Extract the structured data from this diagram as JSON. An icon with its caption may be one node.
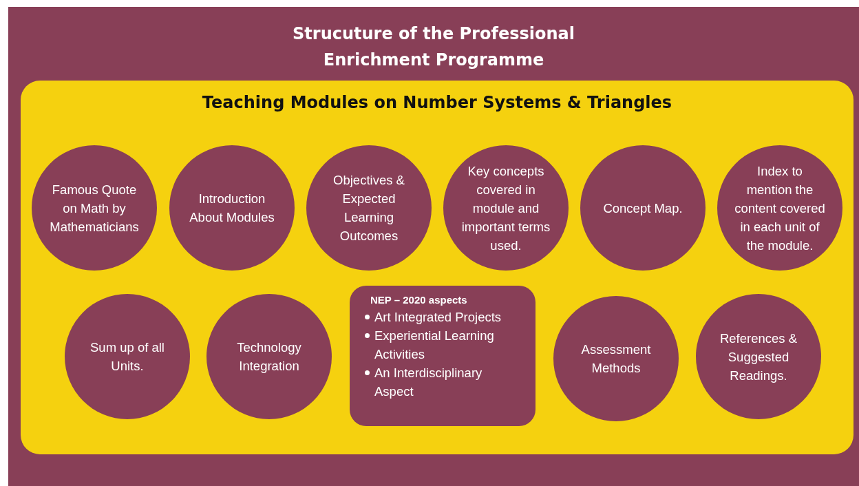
{
  "diagram": {
    "title": "Strucuture of the Professional Enrichment Programme",
    "nodes": [
      {
        "text": [
          "Teaching Modules on Number Systems & Triangles"
        ]
      },
      {
        "text": [
          "Famous Quote on Math by Mathematicians"
        ],
        "in": 0
      },
      {
        "text": [
          "Introduction About Modules"
        ],
        "in": 0
      },
      {
        "text": [
          "Objectives & Expected Learning Outcomes"
        ],
        "in": 0
      },
      {
        "text": [
          "Key concepts covered in module and important terms used."
        ],
        "in": 0
      },
      {
        "text": [
          "Concept Map."
        ],
        "in": 0
      },
      {
        "text": [
          "Index to mention the content covered in each unit of the module."
        ],
        "in": 0
      },
      {
        "text": [
          "Sum up of all Units."
        ],
        "in": 0
      },
      {
        "text": [
          "Technology Integration"
        ],
        "in": 0
      },
      {
        "text": [
          "NEP – 2020 aspects",
          "Art Integrated Projects",
          "Experiential Learning Activities",
          "An Interdisciplinary Aspect"
        ],
        "in": 0
      },
      {
        "text": [
          "Assessment Methods"
        ],
        "in": 0
      },
      {
        "text": [
          "References & Suggested Readings."
        ],
        "in": 0
      }
    ],
    "edges": []
  }
}
